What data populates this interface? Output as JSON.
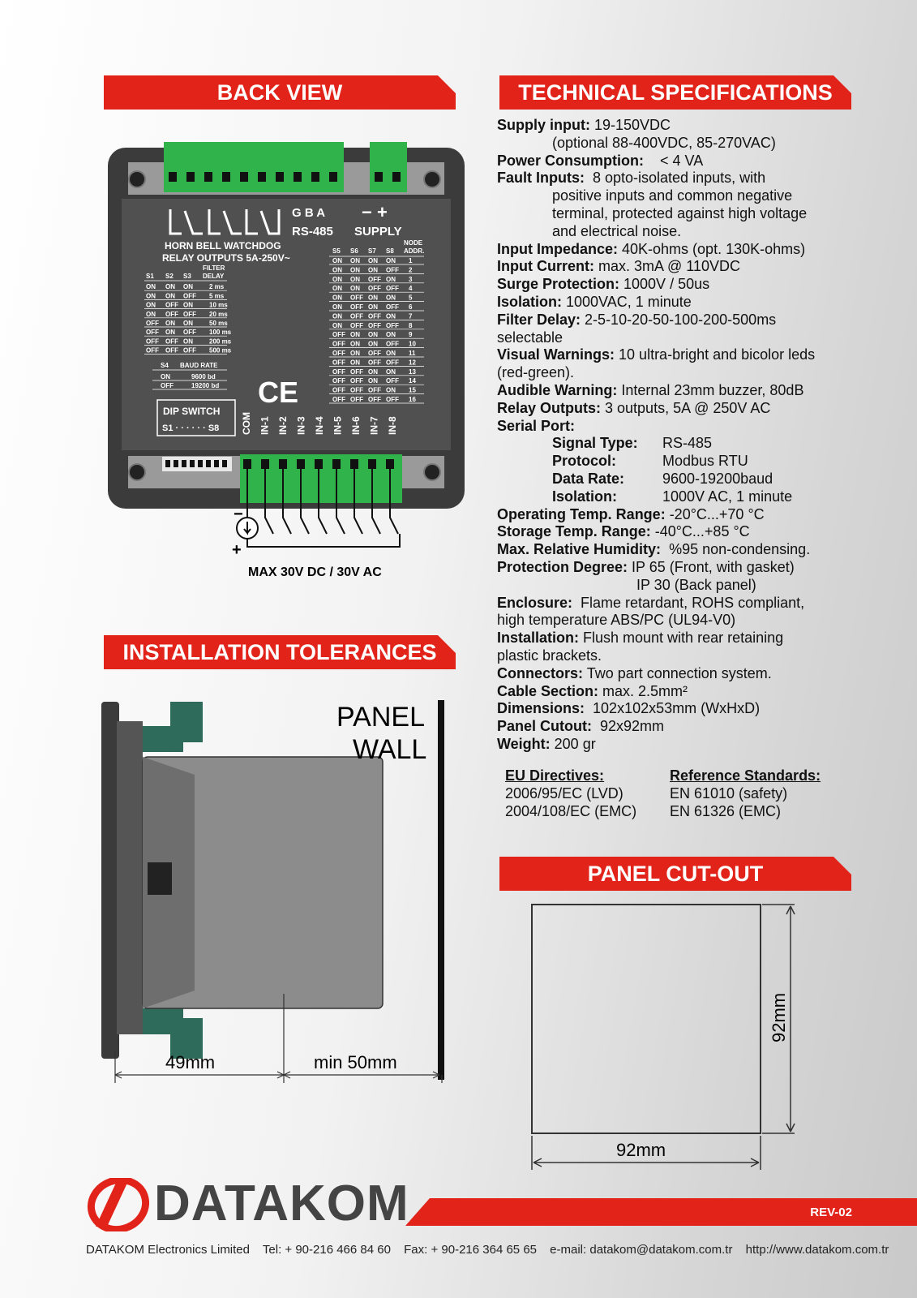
{
  "sections": {
    "back_view": "BACK VIEW",
    "tech_specs": "TECHNICAL SPECIFICATIONS",
    "install": "INSTALLATION TOLERANCES",
    "cutout": "PANEL CUT-OUT"
  },
  "back_view": {
    "gba": "G B A",
    "rs485": "RS-485",
    "supply_sign": "− +",
    "supply": "SUPPLY",
    "relays": "HORN  BELL  WATCHDOG",
    "relay_outputs": "RELAY OUTPUTS 5A-250V~",
    "filter_table": {
      "headers": [
        "S1",
        "S2",
        "S3",
        "FILTER DELAY"
      ],
      "rows": [
        [
          "ON",
          "ON",
          "ON",
          "2 ms"
        ],
        [
          "ON",
          "ON",
          "OFF",
          "5 ms"
        ],
        [
          "ON",
          "OFF",
          "ON",
          "10 ms"
        ],
        [
          "ON",
          "OFF",
          "OFF",
          "20 ms"
        ],
        [
          "OFF",
          "ON",
          "ON",
          "50 ms"
        ],
        [
          "OFF",
          "ON",
          "OFF",
          "100 ms"
        ],
        [
          "OFF",
          "OFF",
          "ON",
          "200 ms"
        ],
        [
          "OFF",
          "OFF",
          "OFF",
          "500 ms"
        ]
      ]
    },
    "baud_table": {
      "headers": [
        "S4",
        "BAUD RATE"
      ],
      "rows": [
        [
          "ON",
          "9600 bd"
        ],
        [
          "OFF",
          "19200 bd"
        ]
      ]
    },
    "node_table": {
      "headers": [
        "S5",
        "S6",
        "S7",
        "S8",
        "NODE ADDR."
      ],
      "rows": [
        [
          "ON",
          "ON",
          "ON",
          "ON",
          "1"
        ],
        [
          "ON",
          "ON",
          "ON",
          "OFF",
          "2"
        ],
        [
          "ON",
          "ON",
          "OFF",
          "ON",
          "3"
        ],
        [
          "ON",
          "ON",
          "OFF",
          "OFF",
          "4"
        ],
        [
          "ON",
          "OFF",
          "ON",
          "ON",
          "5"
        ],
        [
          "ON",
          "OFF",
          "ON",
          "OFF",
          "6"
        ],
        [
          "ON",
          "OFF",
          "OFF",
          "ON",
          "7"
        ],
        [
          "ON",
          "OFF",
          "OFF",
          "OFF",
          "8"
        ],
        [
          "OFF",
          "ON",
          "ON",
          "ON",
          "9"
        ],
        [
          "OFF",
          "ON",
          "ON",
          "OFF",
          "10"
        ],
        [
          "OFF",
          "ON",
          "OFF",
          "ON",
          "11"
        ],
        [
          "OFF",
          "ON",
          "OFF",
          "OFF",
          "12"
        ],
        [
          "OFF",
          "OFF",
          "ON",
          "ON",
          "13"
        ],
        [
          "OFF",
          "OFF",
          "ON",
          "OFF",
          "14"
        ],
        [
          "OFF",
          "OFF",
          "OFF",
          "ON",
          "15"
        ],
        [
          "OFF",
          "OFF",
          "OFF",
          "OFF",
          "16"
        ]
      ]
    },
    "ce": "CE",
    "dip_switch": "DIP SWITCH",
    "dip_range": "S1 · · · · · · S8",
    "inputs": [
      "COM",
      "IN-1",
      "IN-2",
      "IN-3",
      "IN-4",
      "IN-5",
      "IN-6",
      "IN-7",
      "IN-8"
    ],
    "minus": "−",
    "plus": "+",
    "max_voltage": "MAX 30V DC / 30V AC"
  },
  "specs": {
    "supply_k": "Supply input:",
    "supply_v": " 19-150VDC",
    "supply_opt": "(optional 88-400VDC, 85-270VAC)",
    "power_k": "Power Consumption:",
    "power_v": "    < 4 VA",
    "fault_k": "Fault Inputs:",
    "fault_v": "  8 opto-isolated inputs, with",
    "fault_2": "positive inputs and common negative",
    "fault_3": "terminal, protected against high voltage",
    "fault_4": "and electrical noise.",
    "imp_k": "Input Impedance:",
    "imp_v": " 40K-ohms (opt. 130K-ohms)",
    "cur_k": "Input Current:",
    "cur_v": " max. 3mA @ 110VDC",
    "surge_k": "Surge Protection:",
    "surge_v": " 1000V / 50us",
    "iso_k": "Isolation:",
    "iso_v": " 1000VAC, 1 minute",
    "filter_k": "Filter Delay:",
    "filter_v": " 2-5-10-20-50-100-200-500ms",
    "filter_2": "selectable",
    "visual_k": "Visual Warnings:",
    "visual_v": " 10 ultra-bright and bicolor leds",
    "visual_2": "(red-green).",
    "audible_k": "Audible Warning:",
    "audible_v": " Internal 23mm buzzer, 80dB",
    "relay_k": "Relay Outputs:",
    "relay_v": " 3 outputs, 5A @ 250V AC",
    "serial_k": "Serial Port:",
    "sig_k": "Signal Type:",
    "sig_v": "RS-485",
    "proto_k": "Protocol:",
    "proto_v": "Modbus RTU",
    "rate_k": "Data Rate:",
    "rate_v": "9600-19200baud",
    "siso_k": "Isolation:",
    "siso_v": "1000V AC, 1 minute",
    "op_k": "Operating Temp. Range:",
    "op_v": " -20°C...+70 °C",
    "st_k": "Storage Temp. Range:",
    "st_v": " -40°C...+85 °C",
    "hum_k": "Max. Relative Humidity:",
    "hum_v": "  %95 non-condensing.",
    "prot_k": "Protection Degree:",
    "prot_v": " IP 65 (Front, with gasket)",
    "prot_2": "IP 30 (Back panel)",
    "enc_k": "Enclosure:",
    "enc_v": "  Flame retardant, ROHS compliant,",
    "enc_2": "high temperature ABS/PC (UL94-V0)",
    "inst_k": "Installation:",
    "inst_v": " Flush mount with rear retaining",
    "inst_2": "plastic brackets.",
    "conn_k": "Connectors:",
    "conn_v": " Two part connection system.",
    "cable_k": "Cable Section:",
    "cable_v": " max. 2.5mm²",
    "dim_k": "Dimensions:",
    "dim_v": "  102x102x53mm (WxHxD)",
    "cut_k": "Panel Cutout:",
    "cut_v": "  92x92mm",
    "weight_k": "Weight:",
    "weight_v": " 200 gr"
  },
  "standards": {
    "eu_head": "EU Directives:",
    "eu": [
      "2006/95/EC (LVD)",
      "2004/108/EC (EMC)"
    ],
    "ref_head": "Reference Standards:",
    "ref": [
      "EN 61010 (safety)",
      "EN 61326 (EMC)"
    ]
  },
  "install": {
    "panel": "PANEL",
    "wall": "WALL",
    "depth": "49mm",
    "clearance": "min 50mm"
  },
  "cutout": {
    "height": "92mm",
    "width": "92mm"
  },
  "footer": {
    "brand": "DATAKOM",
    "rev": "REV-02",
    "company": "DATAKOM Electronics Limited",
    "tel": "Tel: + 90-216 466 84 60",
    "fax": "Fax: + 90-216 364 65 65",
    "email": "e-mail: datakom@datakom.com.tr",
    "web": "http://www.datakom.com.tr"
  },
  "colors": {
    "accent": "#e2231a",
    "terminal_green": "#2fb34a",
    "housing": "#3b3b3b",
    "panel": "#555555"
  }
}
